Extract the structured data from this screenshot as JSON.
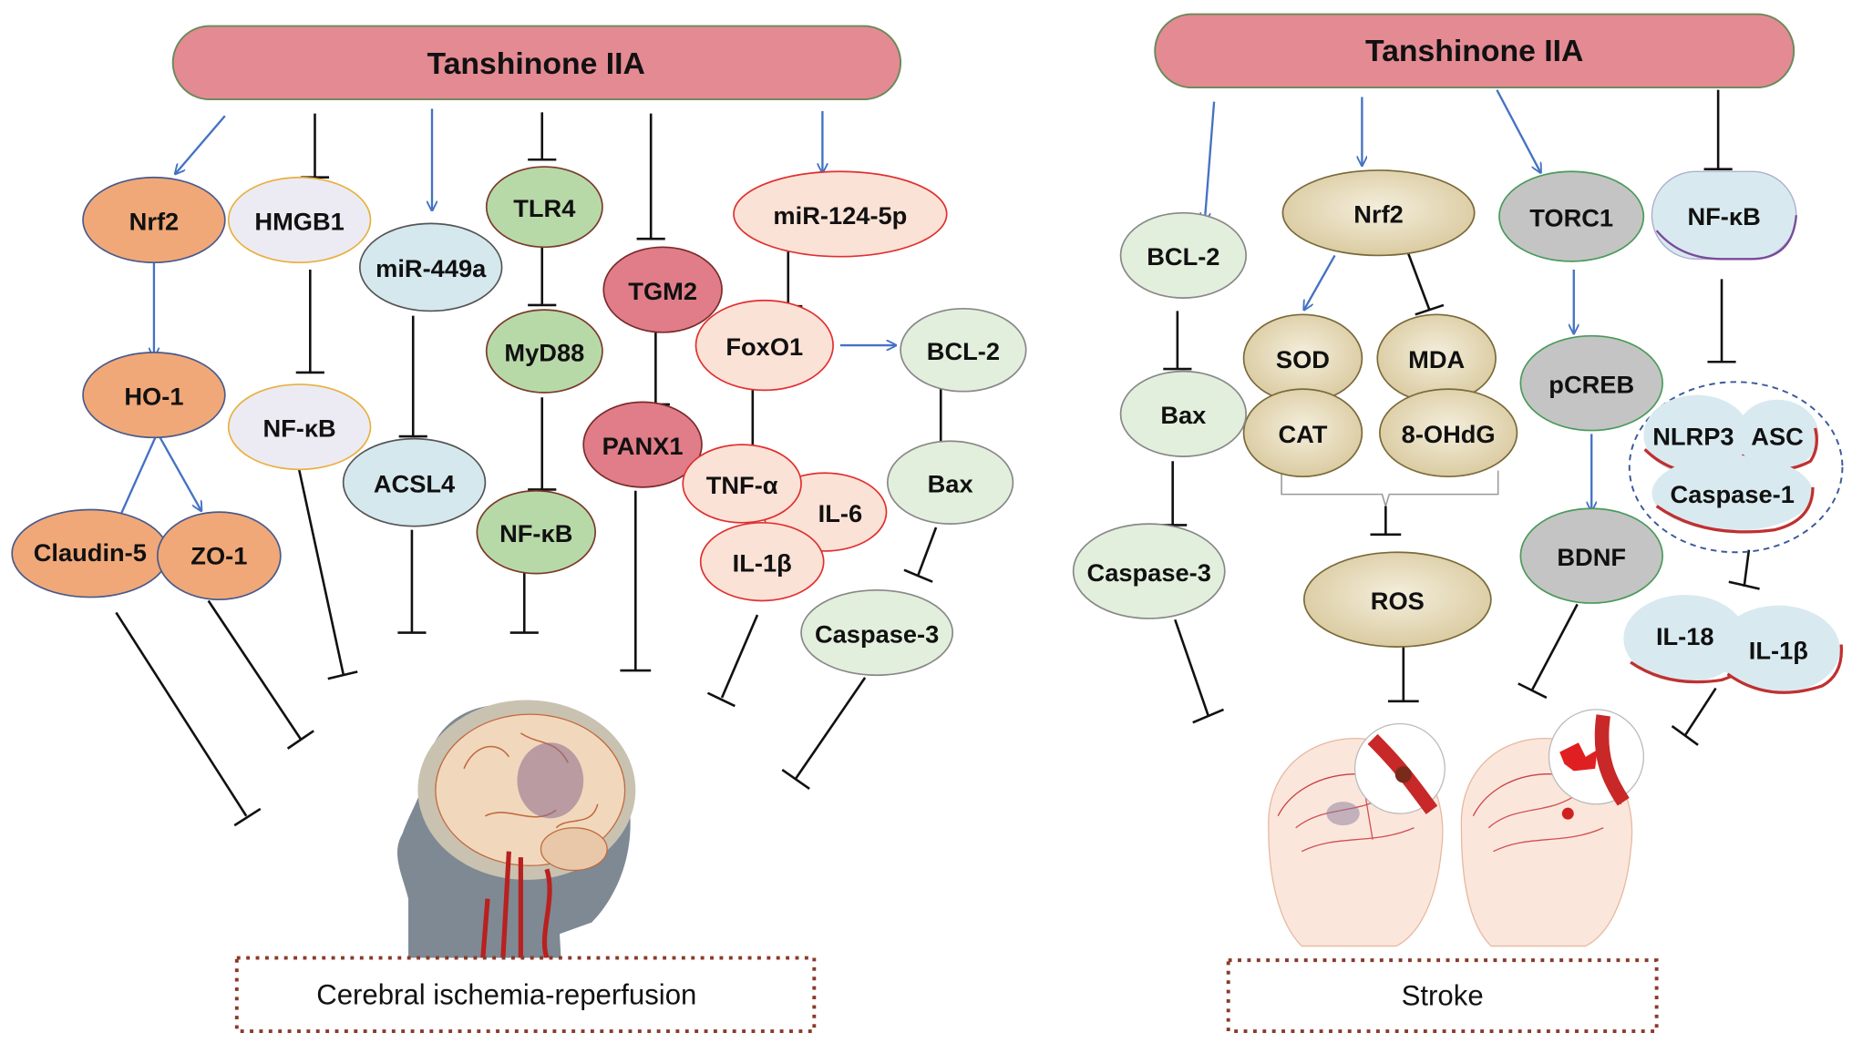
{
  "panels": [
    {
      "id": "left",
      "title": "Tanshinone IIA",
      "condition_label": "Cerebral ischemia-reperfusion",
      "illustration": "head-brain-ischemia-illustration",
      "nodes": [
        {
          "id": "nrf2",
          "label": "Nrf2",
          "fill": "#f0a878",
          "stroke": "#4a5a8a"
        },
        {
          "id": "hmgb1",
          "label": "HMGB1",
          "fill": "#ecebf3",
          "stroke": "#e8b040"
        },
        {
          "id": "mir449a",
          "label": "miR-449a",
          "fill": "#d5e8ee",
          "stroke": "#555"
        },
        {
          "id": "tlr4",
          "label": "TLR4",
          "fill": "#b7d9a8",
          "stroke": "#7a3a2a"
        },
        {
          "id": "tgm2",
          "label": "TGM2",
          "fill": "#e07d88",
          "stroke": "#7a2a2a"
        },
        {
          "id": "mir1245p",
          "label": "miR-124-5p",
          "fill": "#fbe2d6",
          "stroke": "#e03030"
        },
        {
          "id": "ho1",
          "label": "HO-1",
          "fill": "#f0a878",
          "stroke": "#4a5a8a"
        },
        {
          "id": "nfkb_a",
          "label": "NF-κB",
          "fill": "#ecebf3",
          "stroke": "#e8b040"
        },
        {
          "id": "myd88",
          "label": "MyD88",
          "fill": "#b7d9a8",
          "stroke": "#7a3a2a"
        },
        {
          "id": "foxo1",
          "label": "FoxO1",
          "fill": "#fbe2d6",
          "stroke": "#e03030"
        },
        {
          "id": "bcl2_a",
          "label": "BCL-2",
          "fill": "#e2efdc",
          "stroke": "#888"
        },
        {
          "id": "panx1",
          "label": "PANX1",
          "fill": "#e07d88",
          "stroke": "#7a2a2a"
        },
        {
          "id": "acsl4",
          "label": "ACSL4",
          "fill": "#d5e8ee",
          "stroke": "#555"
        },
        {
          "id": "tnfa",
          "label": "TNF-α",
          "fill": "#fbe2d6",
          "stroke": "#e03030"
        },
        {
          "id": "il6",
          "label": "IL-6",
          "fill": "#fbe2d6",
          "stroke": "#e03030"
        },
        {
          "id": "il1b_a",
          "label": "IL-1β",
          "fill": "#fbe2d6",
          "stroke": "#e03030"
        },
        {
          "id": "bax_a",
          "label": "Bax",
          "fill": "#e2efdc",
          "stroke": "#888"
        },
        {
          "id": "claudin5",
          "label": "Claudin-5",
          "fill": "#f0a878",
          "stroke": "#4a5a8a"
        },
        {
          "id": "zo1",
          "label": "ZO-1",
          "fill": "#f0a878",
          "stroke": "#4a5a8a"
        },
        {
          "id": "nfkb_b",
          "label": "NF-κB",
          "fill": "#b7d9a8",
          "stroke": "#7a3a2a"
        },
        {
          "id": "casp3_a",
          "label": "Caspase-3",
          "fill": "#e2efdc",
          "stroke": "#888"
        }
      ],
      "edges": [
        {
          "from": "Tanshinone IIA",
          "to": "Nrf2",
          "type": "activation"
        },
        {
          "from": "Tanshinone IIA",
          "to": "HMGB1",
          "type": "inhibition"
        },
        {
          "from": "Tanshinone IIA",
          "to": "miR-449a",
          "type": "activation"
        },
        {
          "from": "Tanshinone IIA",
          "to": "TLR4",
          "type": "inhibition"
        },
        {
          "from": "Tanshinone IIA",
          "to": "TGM2",
          "type": "inhibition"
        },
        {
          "from": "Tanshinone IIA",
          "to": "miR-124-5p",
          "type": "activation"
        },
        {
          "from": "Nrf2",
          "to": "HO-1",
          "type": "activation"
        },
        {
          "from": "HO-1",
          "to": "Claudin-5",
          "type": "activation"
        },
        {
          "from": "HO-1",
          "to": "ZO-1",
          "type": "activation"
        },
        {
          "from": "HMGB1",
          "to": "NF-κB",
          "type": "inhibition"
        },
        {
          "from": "miR-449a",
          "to": "ACSL4",
          "type": "inhibition"
        },
        {
          "from": "TLR4",
          "to": "MyD88",
          "type": "inhibition"
        },
        {
          "from": "MyD88",
          "to": "NF-κB",
          "type": "inhibition"
        },
        {
          "from": "TGM2",
          "to": "PANX1",
          "type": "inhibition"
        },
        {
          "from": "miR-124-5p",
          "to": "FoxO1",
          "type": "inhibition"
        },
        {
          "from": "FoxO1",
          "to": "BCL-2",
          "type": "activation"
        },
        {
          "from": "FoxO1",
          "to": "TNF-α",
          "type": "inhibition"
        },
        {
          "from": "BCL-2",
          "to": "Bax",
          "type": "inhibition"
        },
        {
          "from": "Bax",
          "to": "Caspase-3",
          "type": "inhibition"
        }
      ]
    },
    {
      "id": "right",
      "title": "Tanshinone IIA",
      "condition_label": "Stroke",
      "illustration": "stroke-heads-illustration",
      "nodes": [
        {
          "id": "bcl2_b",
          "label": "BCL-2",
          "fill": "#e2efdc",
          "stroke": "#888"
        },
        {
          "id": "nrf2_b",
          "label": "Nrf2",
          "fill": "#e6dcc0",
          "stroke": "#7a6a3a"
        },
        {
          "id": "torc1",
          "label": "TORC1",
          "fill": "#c4c4c4",
          "stroke": "#4a9a5a"
        },
        {
          "id": "nfkb_c",
          "label": "NF-κB",
          "fill": "#d8eaf0",
          "stroke": "#7a4a9a"
        },
        {
          "id": "sod",
          "label": "SOD",
          "fill": "#e6dcc0",
          "stroke": "#7a6a3a"
        },
        {
          "id": "mda",
          "label": "MDA",
          "fill": "#e6dcc0",
          "stroke": "#7a6a3a"
        },
        {
          "id": "cat",
          "label": "CAT",
          "fill": "#e6dcc0",
          "stroke": "#7a6a3a"
        },
        {
          "id": "ohdg",
          "label": "8-OHdG",
          "fill": "#e6dcc0",
          "stroke": "#7a6a3a"
        },
        {
          "id": "bax_b",
          "label": "Bax",
          "fill": "#e2efdc",
          "stroke": "#888"
        },
        {
          "id": "pcreb",
          "label": "pCREB",
          "fill": "#c4c4c4",
          "stroke": "#4a9a5a"
        },
        {
          "id": "nlrp3",
          "label": "NLRP3",
          "fill": "#d8eaf0",
          "stroke": "#c03030"
        },
        {
          "id": "asc",
          "label": "ASC",
          "fill": "#d8eaf0",
          "stroke": "#c03030"
        },
        {
          "id": "casp1",
          "label": "Caspase-1",
          "fill": "#d8eaf0",
          "stroke": "#c03030"
        },
        {
          "id": "casp3_b",
          "label": "Caspase-3",
          "fill": "#e2efdc",
          "stroke": "#888"
        },
        {
          "id": "ros",
          "label": "ROS",
          "fill": "#e6dcc0",
          "stroke": "#7a6a3a"
        },
        {
          "id": "bdnf",
          "label": "BDNF",
          "fill": "#c4c4c4",
          "stroke": "#4a9a5a"
        },
        {
          "id": "il18",
          "label": "IL-18",
          "fill": "#d8eaf0",
          "stroke": "#c03030"
        },
        {
          "id": "il1b_b",
          "label": "IL-1β",
          "fill": "#d8eaf0",
          "stroke": "#c03030"
        }
      ],
      "edges": [
        {
          "from": "Tanshinone IIA",
          "to": "BCL-2",
          "type": "activation"
        },
        {
          "from": "Tanshinone IIA",
          "to": "Nrf2",
          "type": "activation"
        },
        {
          "from": "Tanshinone IIA",
          "to": "TORC1",
          "type": "activation"
        },
        {
          "from": "Tanshinone IIA",
          "to": "NF-κB",
          "type": "inhibition"
        },
        {
          "from": "BCL-2",
          "to": "Bax",
          "type": "inhibition"
        },
        {
          "from": "Bax",
          "to": "Caspase-3",
          "type": "inhibition"
        },
        {
          "from": "Nrf2",
          "to": "SOD/CAT",
          "type": "activation"
        },
        {
          "from": "Nrf2",
          "to": "MDA/8-OHdG",
          "type": "inhibition"
        },
        {
          "from": "SOD/CAT/MDA/8-OHdG",
          "to": "ROS",
          "type": "inhibition"
        },
        {
          "from": "TORC1",
          "to": "pCREB",
          "type": "activation"
        },
        {
          "from": "pCREB",
          "to": "BDNF",
          "type": "activation"
        },
        {
          "from": "NF-κB",
          "to": "NLRP3/ASC/Caspase-1",
          "type": "inhibition"
        },
        {
          "from": "NLRP3/ASC/Caspase-1",
          "to": "IL-18/IL-1β",
          "type": "inhibition"
        }
      ]
    }
  ],
  "colors": {
    "title_fill": "#e48a93",
    "title_stroke": "#6a8a5a",
    "activation_arrow": "#4472c4",
    "inhibition_line": "#111111",
    "label_box_border": "#8a3a2a"
  }
}
